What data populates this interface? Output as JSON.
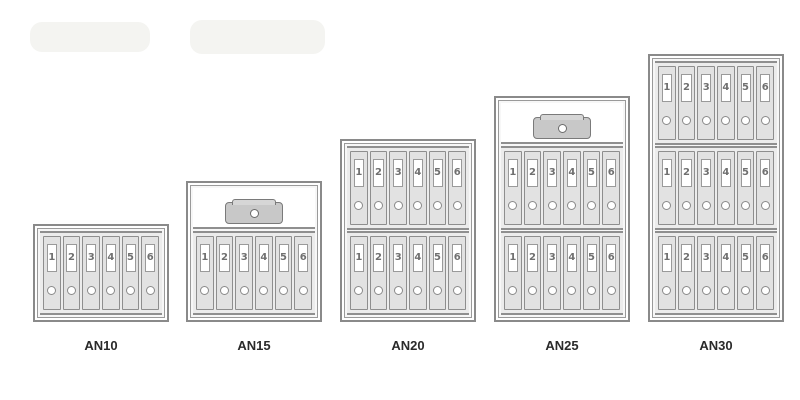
{
  "models": [
    {
      "name": "AN10",
      "shelves": 1,
      "cashbox": false,
      "binders": [
        "1",
        "2",
        "3",
        "4",
        "5",
        "6"
      ]
    },
    {
      "name": "AN15",
      "shelves": 1,
      "cashbox": true,
      "binders": [
        "1",
        "2",
        "3",
        "4",
        "5",
        "6"
      ]
    },
    {
      "name": "AN20",
      "shelves": 2,
      "cashbox": false,
      "binders": [
        "1",
        "2",
        "3",
        "4",
        "5",
        "6"
      ]
    },
    {
      "name": "AN25",
      "shelves": 2,
      "cashbox": true,
      "binders": [
        "1",
        "2",
        "3",
        "4",
        "5",
        "6"
      ]
    },
    {
      "name": "AN30",
      "shelves": 3,
      "cashbox": false,
      "binders": [
        "1",
        "2",
        "3",
        "4",
        "5",
        "6"
      ]
    }
  ],
  "colors": {
    "frame": "#8a8a8a",
    "binder": "#e2e2e2",
    "cashbox": "#c8c8c8",
    "label_text": "#2a2a2a"
  },
  "icons": [
    "binder-icon",
    "cashbox-icon"
  ]
}
